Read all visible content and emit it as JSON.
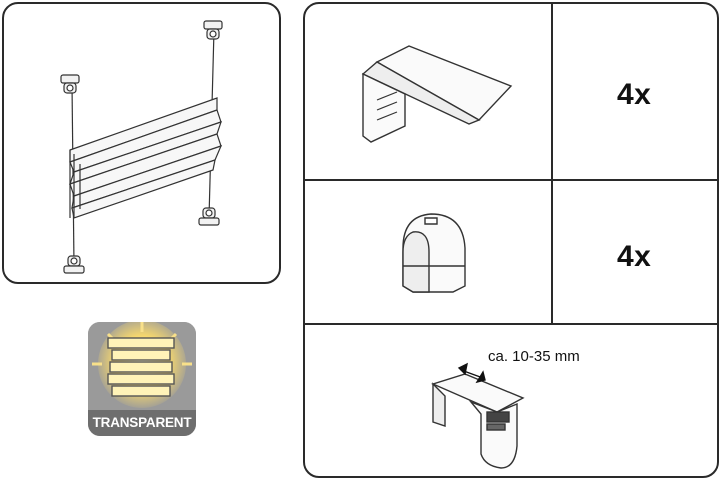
{
  "badge": {
    "label": "TRANSPARENT"
  },
  "parts": [
    {
      "quantity": "4x"
    },
    {
      "quantity": "4x"
    }
  ],
  "clamp": {
    "size_range": "ca. 10-35 mm"
  },
  "colors": {
    "line": "#2a2a2a",
    "badge_gray": "#9a9a9a",
    "badge_glow": "#f5d76e"
  }
}
